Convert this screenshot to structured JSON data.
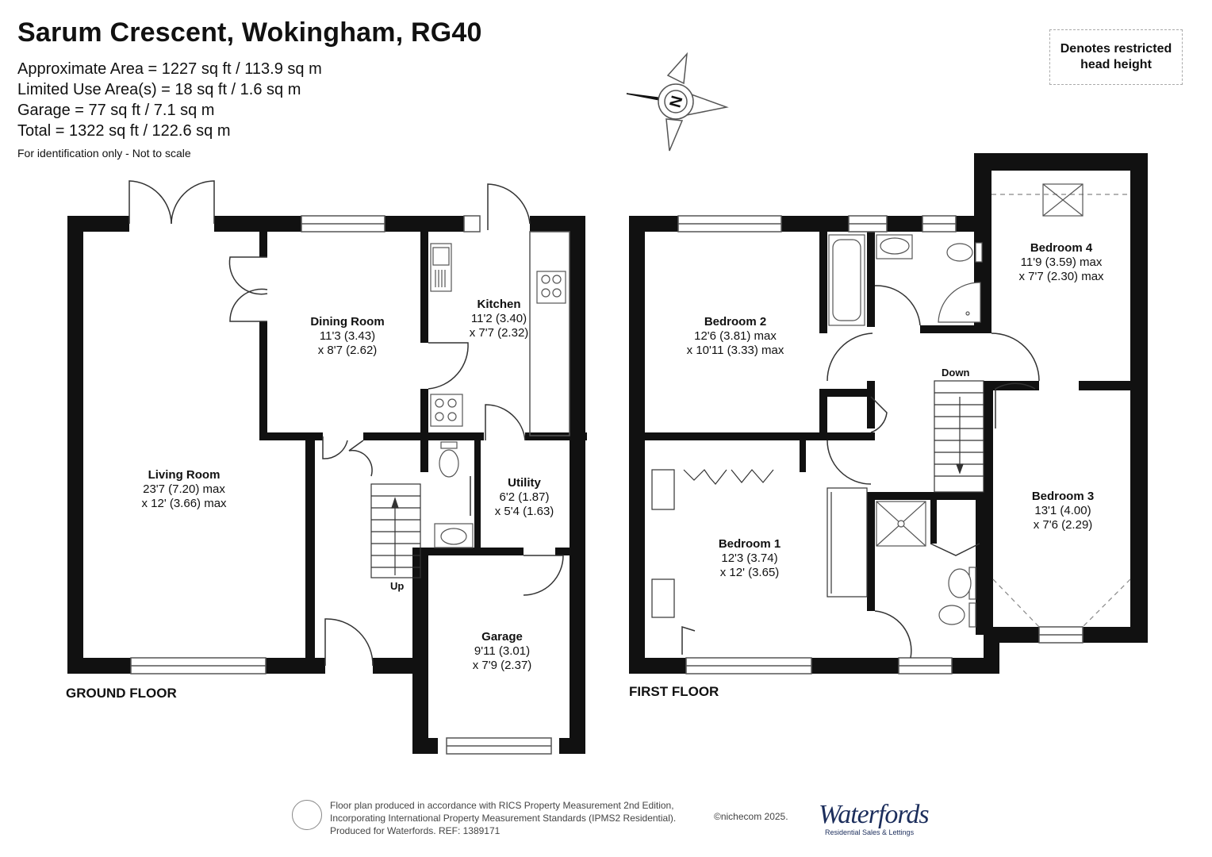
{
  "header": {
    "title": "Sarum Crescent, Wokingham, RG40",
    "approx_area": "Approximate Area = 1227 sq ft / 113.9 sq m",
    "limited_use": "Limited Use Area(s) = 18 sq ft / 1.6 sq m",
    "garage_area": "Garage = 77 sq ft / 7.1 sq m",
    "total_area": "Total = 1322 sq ft / 122.6 sq m",
    "note": "For identification only - Not to scale"
  },
  "legend": {
    "line1": "Denotes restricted",
    "line2": "head height"
  },
  "compass": {
    "label": "N"
  },
  "ground_floor": {
    "label": "GROUND FLOOR",
    "stairs_label": "Up",
    "rooms": {
      "living": {
        "name": "Living Room",
        "dim1": "23'7 (7.20) max",
        "dim2": "x 12' (3.66) max"
      },
      "dining": {
        "name": "Dining Room",
        "dim1": "11'3 (3.43)",
        "dim2": "x 8'7 (2.62)"
      },
      "kitchen": {
        "name": "Kitchen",
        "dim1": "11'2 (3.40)",
        "dim2": "x 7'7 (2.32)"
      },
      "utility": {
        "name": "Utility",
        "dim1": "6'2 (1.87)",
        "dim2": "x 5'4 (1.63)"
      },
      "garage": {
        "name": "Garage",
        "dim1": "9'11 (3.01)",
        "dim2": "x 7'9 (2.37)"
      }
    }
  },
  "first_floor": {
    "label": "FIRST FLOOR",
    "stairs_label": "Down",
    "rooms": {
      "bed1": {
        "name": "Bedroom 1",
        "dim1": "12'3 (3.74)",
        "dim2": "x 12' (3.65)"
      },
      "bed2": {
        "name": "Bedroom 2",
        "dim1": "12'6 (3.81) max",
        "dim2": "x 10'11 (3.33) max"
      },
      "bed3": {
        "name": "Bedroom 3",
        "dim1": "13'1 (4.00)",
        "dim2": "x 7'6 (2.29)"
      },
      "bed4": {
        "name": "Bedroom 4",
        "dim1": "11'9 (3.59) max",
        "dim2": "x 7'7 (2.30) max"
      }
    }
  },
  "footer": {
    "line1": "Floor plan produced in accordance with RICS Property Measurement 2nd Edition,",
    "line2": "Incorporating International Property Measurement Standards (IPMS2 Residential).",
    "line3": "Produced for Waterfords.   REF: 1389171",
    "copyright": "©nichecom 2025.",
    "brand": "Waterfords",
    "brand_sub": "Residential Sales & Lettings"
  }
}
